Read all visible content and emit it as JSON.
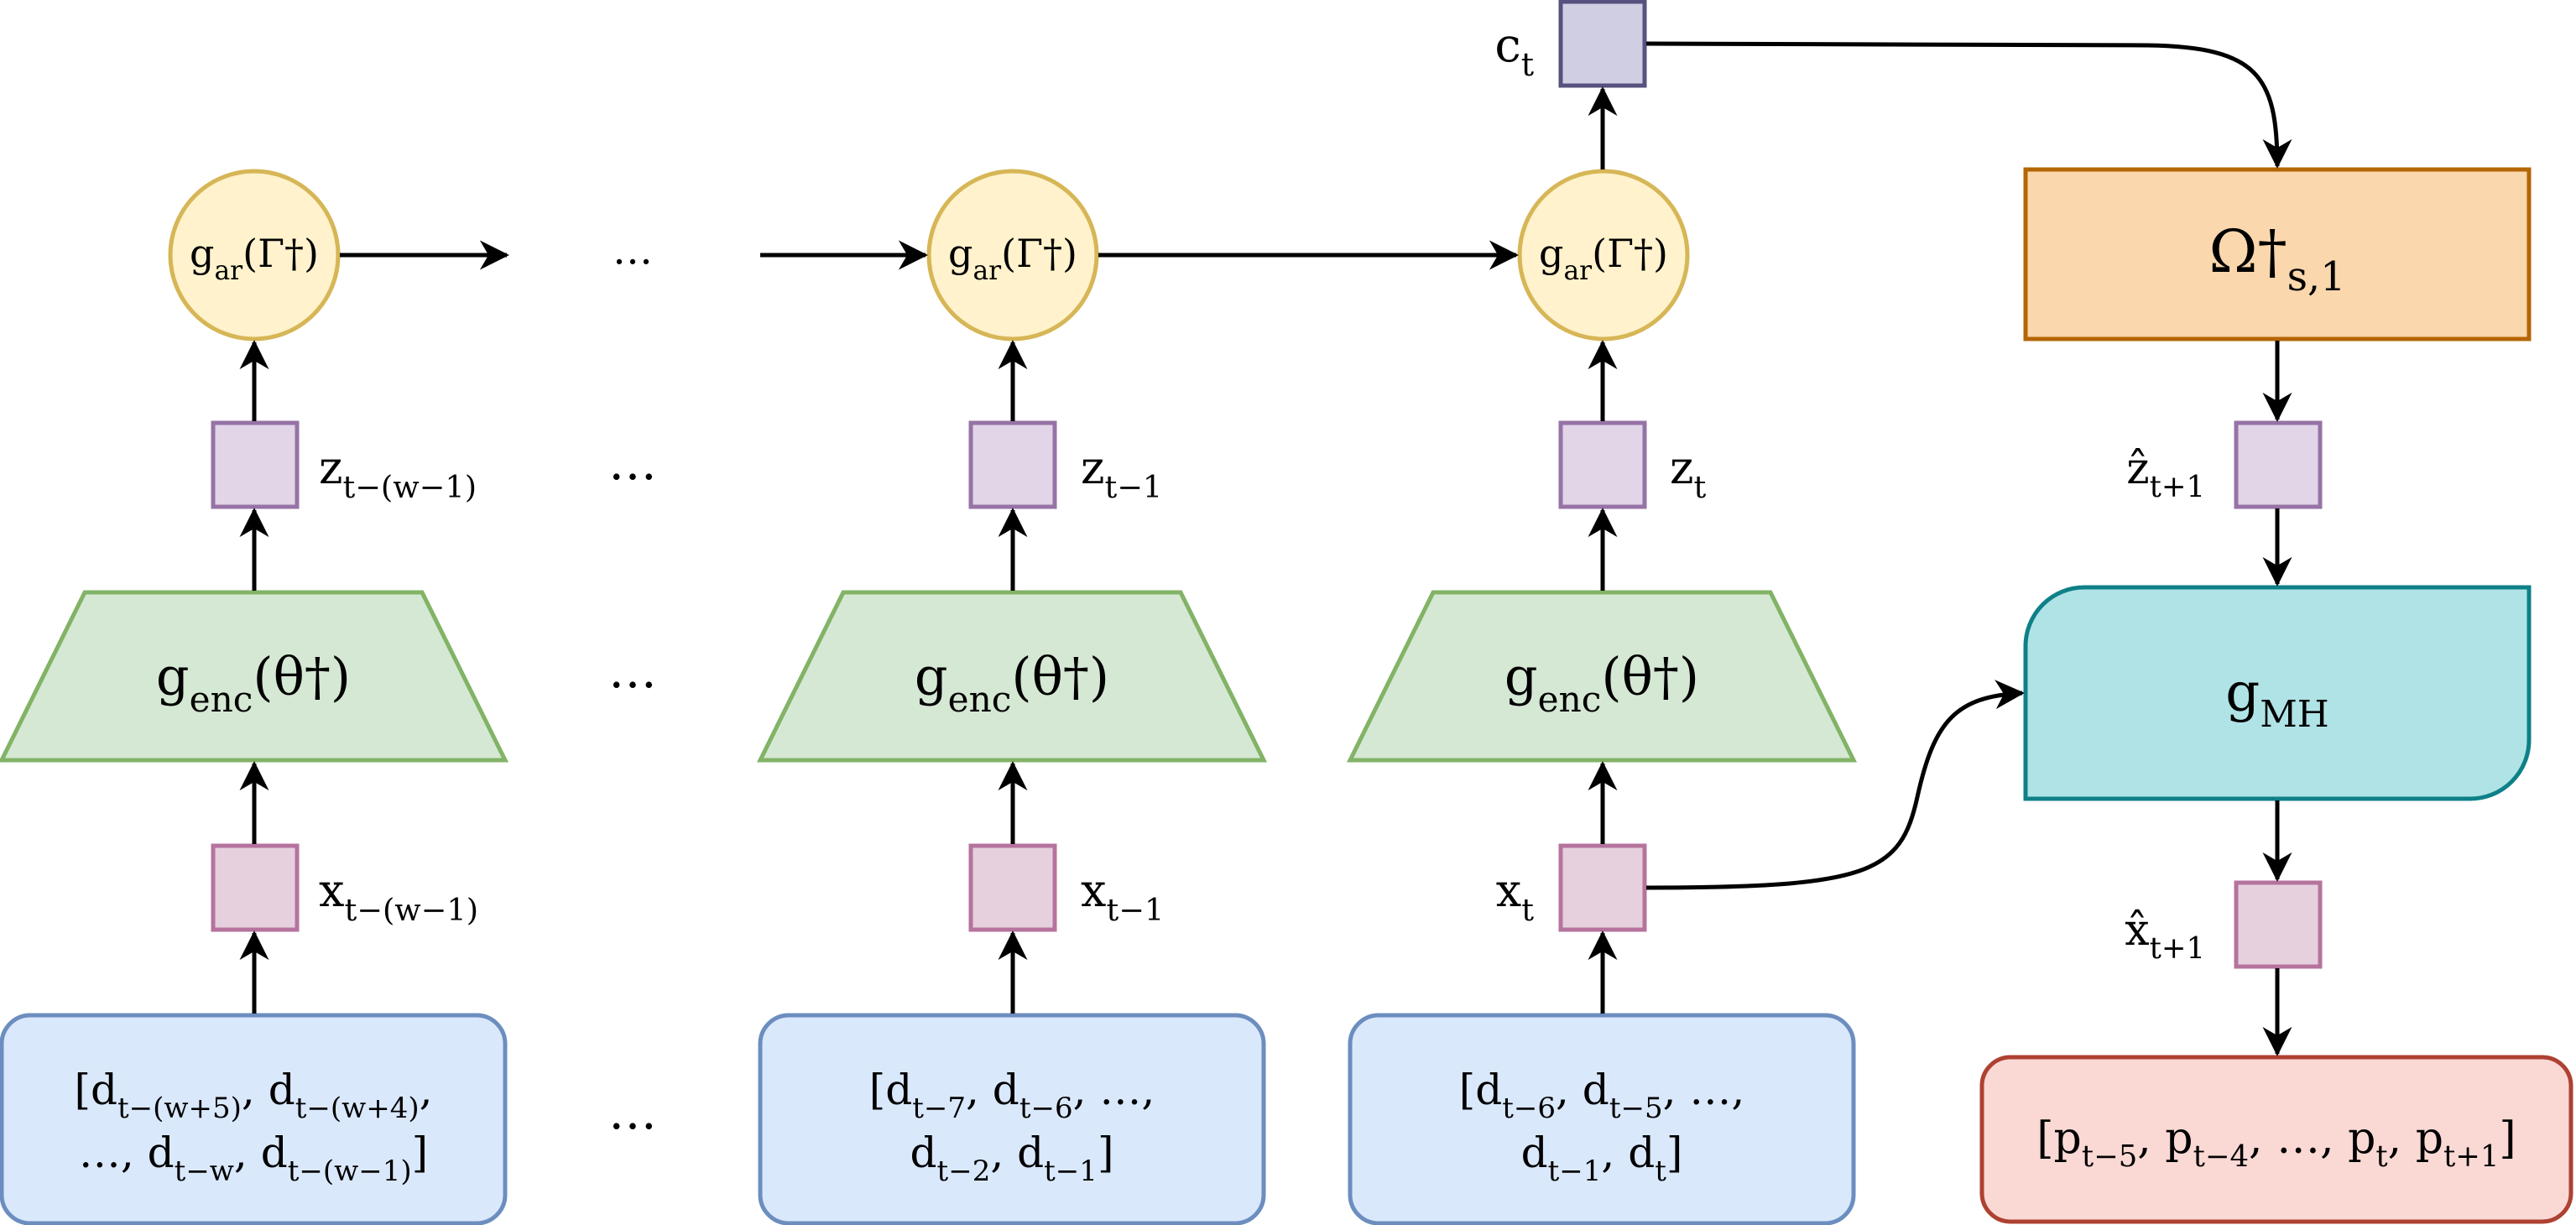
{
  "colors": {
    "input_fill": "#dae8fc",
    "input_stroke": "#6c8ebf",
    "small_fill": "#e6d0de",
    "small_stroke": "#b5739d",
    "z_fill": "#e1d5e7",
    "z_stroke": "#9673a6",
    "enc_fill": "#d5e8d4",
    "enc_stroke": "#82b366",
    "ar_fill": "#fff2cc",
    "ar_stroke": "#d6b656",
    "c_fill": "#d0cee2",
    "c_stroke": "#56517e",
    "omega_fill": "#fad7ac",
    "omega_stroke": "#b46504",
    "mh_fill": "#b0e3e6",
    "mh_stroke": "#0e8088",
    "out_fill": "#fad9d5",
    "out_stroke": "#ae4132"
  },
  "columns": [
    {
      "input_line1": "[d_{t−(w+5)}, d_{t−(w+4)},",
      "input_line2": "…, d_{t−w}, d_{t−(w−1)}]",
      "x_label": "x_{t−(w−1)}",
      "z_label": "z_{t−(w−1)}",
      "enc_label": "g_{enc}(θ†)",
      "ar_label": "g_{ar}(Γ†)"
    },
    {
      "input_line1": "[d_{t−7}, d_{t−6}, …,",
      "input_line2": "d_{t−2}, d_{t−1}]",
      "x_label": "x_{t−1}",
      "z_label": "z_{t−1}",
      "enc_label": "g_{enc}(θ†)",
      "ar_label": "g_{ar}(Γ†)"
    },
    {
      "input_line1": "[d_{t−6}, d_{t−5}, …,",
      "input_line2": "d_{t−1}, d_t]",
      "x_label": "x_t",
      "z_label": "z_t",
      "enc_label": "g_{enc}(θ†)",
      "ar_label": "g_{ar}(Γ†)"
    }
  ],
  "ellipsis": "…",
  "c_label": "c_t",
  "omega_label": "Ω†_{s,1}",
  "zhat_label": "ẑ_{t+1}",
  "mh_label": "g_{MH}",
  "xhat_label": "x̂_{t+1}",
  "output_label": "[p_{t−5}, p_{t−4}, …, p_t, p_{t+1}]"
}
